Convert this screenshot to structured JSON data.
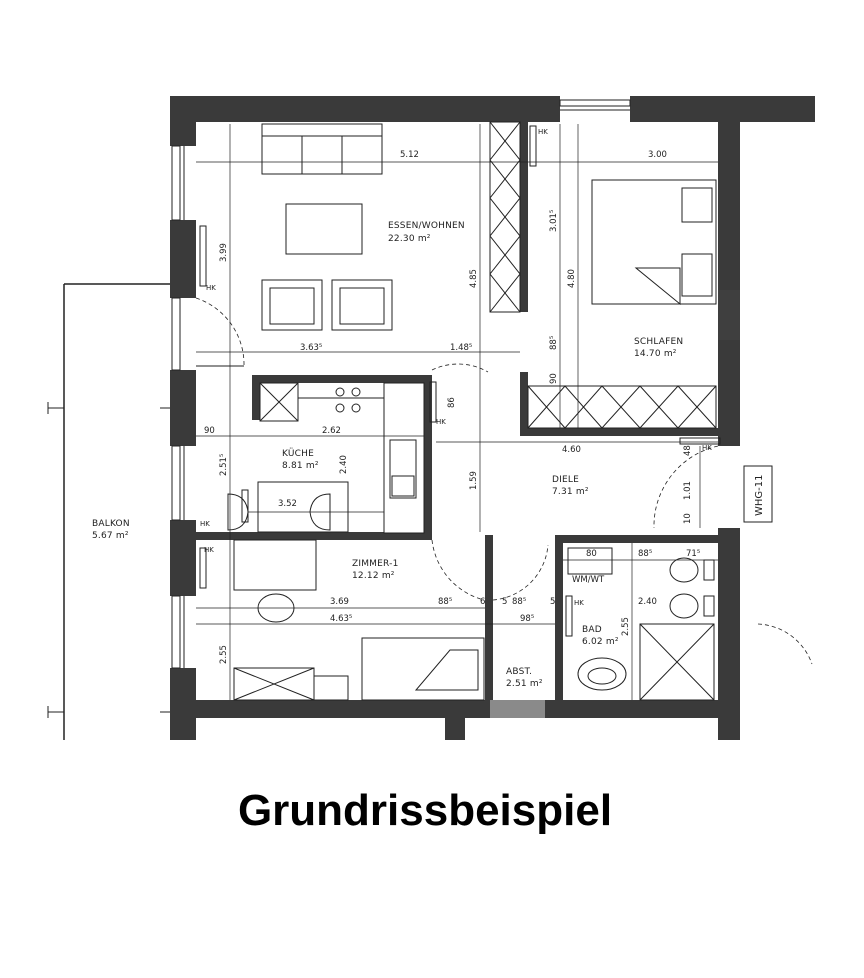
{
  "title": "Grundrissbeispiel",
  "unit_label": "WHG-11",
  "rooms": {
    "wohnen": {
      "name": "ESSEN/WOHNEN",
      "area": "22.30 m²"
    },
    "schlafen": {
      "name": "SCHLAFEN",
      "area": "14.70 m²"
    },
    "kueche": {
      "name": "KÜCHE",
      "area": "8.81 m²"
    },
    "diele": {
      "name": "DIELE",
      "area": "7.31 m²"
    },
    "balkon": {
      "name": "BALKON",
      "area": "5.67 m²"
    },
    "zimmer": {
      "name": "ZIMMER-1",
      "area": "12.12 m²"
    },
    "bad": {
      "name": "BAD",
      "area": "6.02 m²"
    },
    "abst": {
      "name": "ABST.",
      "area": "2.51 m²"
    }
  },
  "fixtures": {
    "wmwt": "WM/WT",
    "hk": "HK"
  },
  "dimensions": {
    "d512": "5.12",
    "d300": "3.00",
    "d399": "3.99",
    "d485": "4.85",
    "d480": "4.80",
    "d301": "3.01⁵",
    "d363": "3.63⁵",
    "d148": "1.48⁵",
    "d88a": "88⁵",
    "d90a": "90",
    "d86": "86",
    "d90b": "90",
    "d262": "2.62",
    "d460": "4.60",
    "d48": "48",
    "d251": "2.51⁵",
    "d240a": "2.40",
    "d352": "3.52",
    "d159": "1.59",
    "d101": "1.01",
    "d10": "10",
    "d80": "80",
    "d88b": "88⁵",
    "d71": "71⁵",
    "d369": "3.69",
    "d88c": "88⁵",
    "d6": "6",
    "d5a": "5",
    "d88d": "88⁵",
    "d5b": "5",
    "d240b": "2.40",
    "d463": "4.63⁵",
    "d98": "98⁵",
    "d255a": "2.55",
    "d255b": "2.55"
  }
}
